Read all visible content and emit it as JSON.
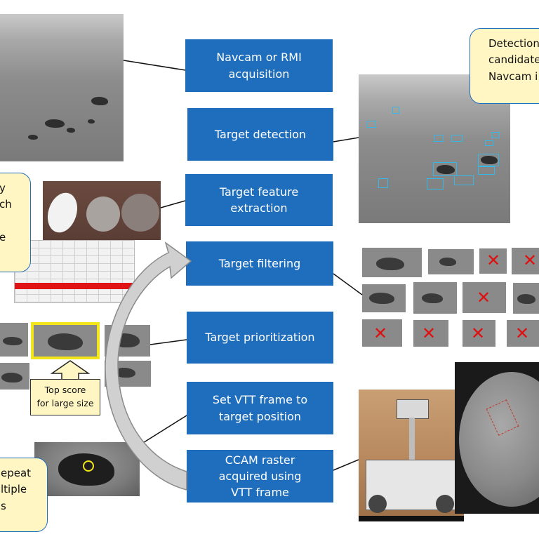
{
  "steps": [
    {
      "id": "navcam",
      "label": "Navcam or RMI\nacquisition"
    },
    {
      "id": "detection",
      "label": "Target detection"
    },
    {
      "id": "feature",
      "label": "Target feature\nextraction"
    },
    {
      "id": "filtering",
      "label": "Target filtering"
    },
    {
      "id": "prioritization",
      "label": "Target prioritization"
    },
    {
      "id": "setvtt",
      "label": "Set VTT frame to\ntarget position"
    },
    {
      "id": "raster",
      "label": "CCAM raster\nacquired using\nVTT frame"
    }
  ],
  "notes": {
    "detection": "Detection\ncandidate\nNavcam i",
    "features": "y\nch\n\ne",
    "repeat": "epeat\nltiple\ns",
    "top_score": "Top score\nfor large size"
  },
  "colors": {
    "step_box": "#1f6ebd",
    "note_fill": "#fff6c4",
    "highlight": "#f2e51a",
    "detection_box": "#35b8e6",
    "reject_mark": "#e01010"
  },
  "icons": {
    "reject": "red-x-icon",
    "loop": "curved-arrow-icon",
    "pointer": "up-arrow-icon"
  }
}
